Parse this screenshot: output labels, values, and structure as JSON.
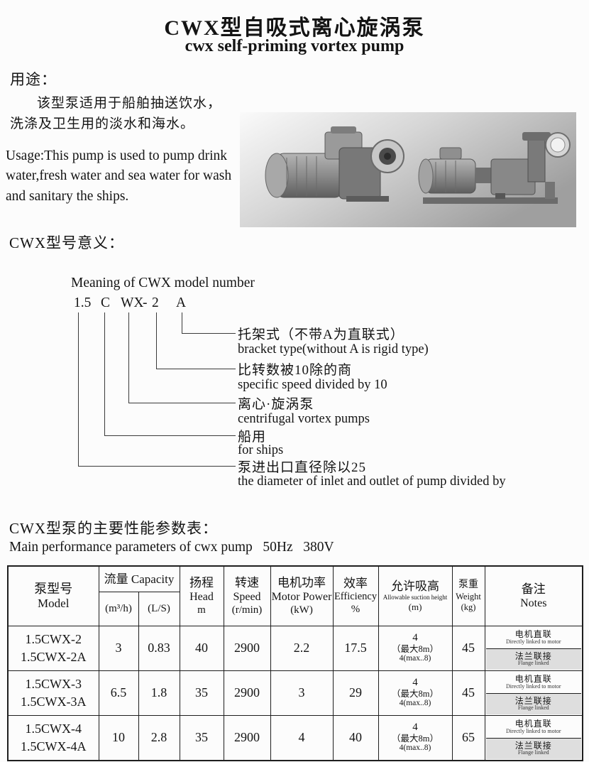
{
  "page": {
    "title_cn": "CWX型自吸式离心旋涡泵",
    "title_en": "cwx self-priming vortex pump"
  },
  "usage": {
    "heading": "用途：",
    "cn_line1": "该型泵适用于船舶抽送饮水，",
    "cn_line2": "洗涤及卫生用的淡水和海水。",
    "en_text": "Usage:This pump is used to pump drink water,fresh water and sea water for wash and sanitary the ships."
  },
  "model_meaning": {
    "heading_cn": "CWX型号意义：",
    "heading_en": "Meaning of CWX model number",
    "tokens": {
      "t1": "1.5",
      "t2": "C",
      "t3": "WX",
      "t4": "-",
      "t5": "2",
      "t6": "A"
    },
    "labels": [
      {
        "cn": "托架式（不带A为直联式）",
        "en": "bracket type(without A is rigid type)"
      },
      {
        "cn": "比转数被10除的商",
        "en": "specific speed divided by 10"
      },
      {
        "cn": "离心·旋涡泵",
        "en": "centrifugal vortex pumps"
      },
      {
        "cn": "船用",
        "en": "for ships"
      },
      {
        "cn": "泵进出口直径除以25",
        "en": "the diameter of inlet and outlet of pump divided by"
      }
    ]
  },
  "parameters": {
    "heading_cn": "CWX型泵的主要性能参数表：",
    "heading_en": "Main performance parameters of cwx pump   50Hz   380V"
  },
  "table": {
    "headers": {
      "model_cn": "泵型号",
      "model_en": "Model",
      "capacity": "流量 Capacity",
      "capacity_m3h": "(m³/h)",
      "capacity_ls": "(L/S)",
      "head_cn": "扬程",
      "head_en": "Head",
      "head_unit": "m",
      "speed_cn": "转速",
      "speed_en": "Speed",
      "speed_unit": "(r/min)",
      "power_cn": "电机功率",
      "power_en": "Motor Power",
      "power_unit": "(kW)",
      "eff_cn": "效率",
      "eff_en": "Efficiency",
      "eff_unit": "%",
      "suction_cn": "允许吸高",
      "suction_en": "Allowable suction height",
      "suction_unit": "(m)",
      "weight_cn": "泵重",
      "weight_en": "Weight",
      "weight_unit": "(kg)",
      "notes_cn": "备注",
      "notes_en": "Notes"
    },
    "rows": [
      {
        "model_line1": "1.5CWX-2",
        "model_line2": "1.5CWX-2A",
        "capacity_m3h": "3",
        "capacity_ls": "0.83",
        "head": "40",
        "speed": "2900",
        "power": "2.2",
        "efficiency": "17.5",
        "suction_line1": "4",
        "suction_line2": "（最大8m）",
        "suction_line3": "4(max..8)",
        "weight": "45",
        "note_top_cn": "电机直联",
        "note_top_en": "Directly linked to motor",
        "note_bottom_cn": "法兰联接",
        "note_bottom_en": "Flange linked"
      },
      {
        "model_line1": "1.5CWX-3",
        "model_line2": "1.5CWX-3A",
        "capacity_m3h": "6.5",
        "capacity_ls": "1.8",
        "head": "35",
        "speed": "2900",
        "power": "3",
        "efficiency": "29",
        "suction_line1": "4",
        "suction_line2": "（最大8m）",
        "suction_line3": "4(max..8)",
        "weight": "45",
        "note_top_cn": "电机直联",
        "note_top_en": "Directly linked to motor",
        "note_bottom_cn": "法兰联接",
        "note_bottom_en": "Flange linked"
      },
      {
        "model_line1": "1.5CWX-4",
        "model_line2": "1.5CWX-4A",
        "capacity_m3h": "10",
        "capacity_ls": "2.8",
        "head": "35",
        "speed": "2900",
        "power": "4",
        "efficiency": "40",
        "suction_line1": "4",
        "suction_line2": "（最大8m）",
        "suction_line3": "4(max..8)",
        "weight": "65",
        "note_top_cn": "电机直联",
        "note_top_en": "Directly linked to motor",
        "note_bottom_cn": "法兰联接",
        "note_bottom_en": "Flange linked"
      }
    ]
  }
}
